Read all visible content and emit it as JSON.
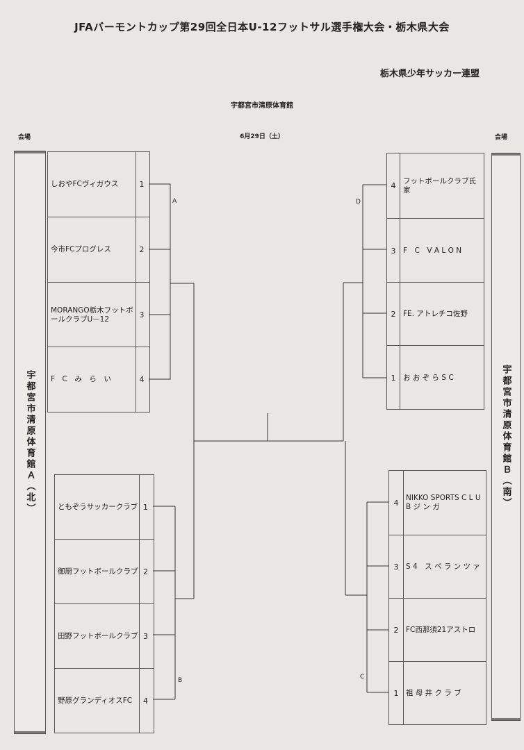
{
  "header": {
    "title": "JFAバーモントカップ第29回全日本U-12フットサル選手権大会・栃木県大会",
    "organizer": "栃木県少年サッカー連盟",
    "venue": "宇都宮市清原体育館",
    "date": "6月29日（土）"
  },
  "venues": {
    "label": "会場",
    "left_name": "宇都宮市清原体育館Ａ（北）",
    "right_name": "宇都宮市清原体育館Ｂ（南）"
  },
  "groups": {
    "A": {
      "label": "A",
      "teams": [
        {
          "name": "しおやFCヴィガウス",
          "seed": "1"
        },
        {
          "name": "今市FCプログレス",
          "seed": "2"
        },
        {
          "name": "MORANGO栃木フットボールクラブU－12",
          "seed": "3"
        },
        {
          "name": "F　C　み　ら　い",
          "seed": "4"
        }
      ]
    },
    "B": {
      "label": "B",
      "teams": [
        {
          "name": "ともぞうサッカークラブ",
          "seed": "1"
        },
        {
          "name": "御厨フットボールクラブ",
          "seed": "2"
        },
        {
          "name": "田野フットボールクラブ",
          "seed": "3"
        },
        {
          "name": "野原グランディオスFC",
          "seed": "4"
        }
      ]
    },
    "D": {
      "label": "D",
      "teams": [
        {
          "name": "フットボールクラブ氏家",
          "seed": "4"
        },
        {
          "name": "F　C　V A L O N",
          "seed": "3"
        },
        {
          "name": "FE. アトレチコ佐野",
          "seed": "2"
        },
        {
          "name": "お お ぞ ら S C",
          "seed": "1"
        }
      ]
    },
    "C": {
      "label": "C",
      "teams": [
        {
          "name": "NIKKO SPORTS C L U B ジ ン ガ",
          "seed": "4"
        },
        {
          "name": "S 4　ス ペ ラ ン ツ ァ",
          "seed": "3"
        },
        {
          "name": "FC西那須21アストロ",
          "seed": "2"
        },
        {
          "name": "祖 母 井 ク ラ ブ",
          "seed": "1"
        }
      ]
    }
  }
}
